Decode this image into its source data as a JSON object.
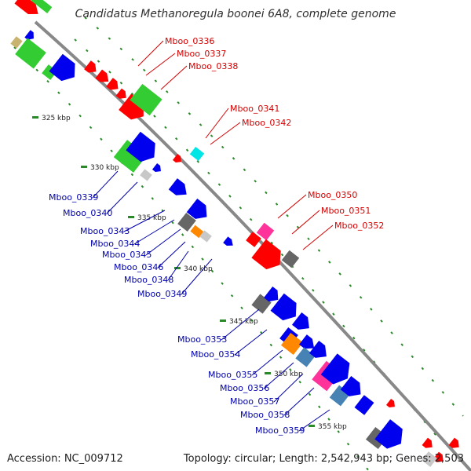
{
  "title": "Candidatus Methanoregula boonei 6A8, complete genome",
  "footer": {
    "accession": "Accession: NC_009712",
    "topology": "Topology: circular; Length: 2,542,943 bp; Genes: 2,503"
  },
  "colors": {
    "backbone": "#888888",
    "forward_label": "#d40000",
    "reverse_label": "#0000aa",
    "tick": "#2a8a2a",
    "red": "#ff0000",
    "green": "#33cc33",
    "blue": "#0000ee",
    "gray": "#666666",
    "cyan": "#00e5e5",
    "magenta": "#ff3399",
    "orange": "#ff8800",
    "steelblue": "#4682b4",
    "lightgray": "#c8c8c8",
    "tan": "#c8b46e"
  },
  "kbp_ticks": [
    "325 kbp",
    "330 kbp",
    "335 kbp",
    "340 kbp",
    "345 kbp",
    "350 kbp",
    "355 kbp"
  ],
  "forward_labels": [
    "Mboo_0336",
    "Mboo_0337",
    "Mboo_0338",
    "Mboo_0341",
    "Mboo_0342",
    "Mboo_0350",
    "Mboo_0351",
    "Mboo_0352"
  ],
  "reverse_labels": [
    "Mboo_0339",
    "Mboo_0340",
    "Mboo_0343",
    "Mboo_0344",
    "Mboo_0345",
    "Mboo_0346",
    "Mboo_0348",
    "Mboo_0349",
    "Mboo_0353",
    "Mboo_0354",
    "Mboo_0355",
    "Mboo_0356",
    "Mboo_0357",
    "Mboo_0358",
    "Mboo_0359"
  ]
}
